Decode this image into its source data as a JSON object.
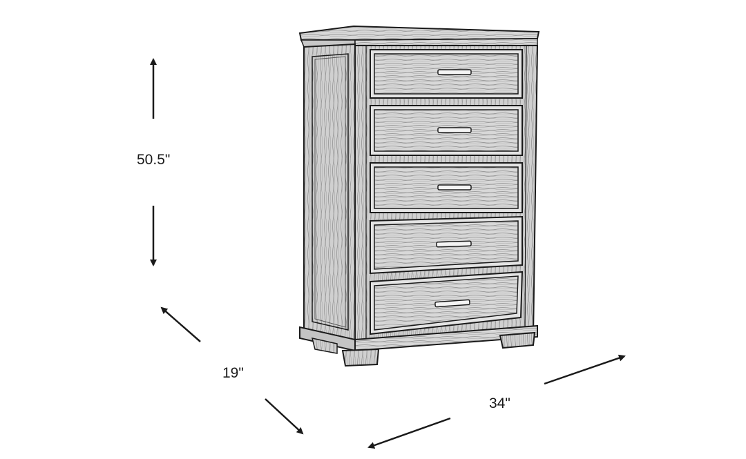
{
  "dimensions": {
    "height": "50.5\"",
    "depth": "19\"",
    "width": "34\""
  },
  "product": {
    "drawer_count": 5
  },
  "colors": {
    "ink": "#1a1a1a",
    "wood_tone": "#d4d4d4",
    "background": "#ffffff"
  }
}
